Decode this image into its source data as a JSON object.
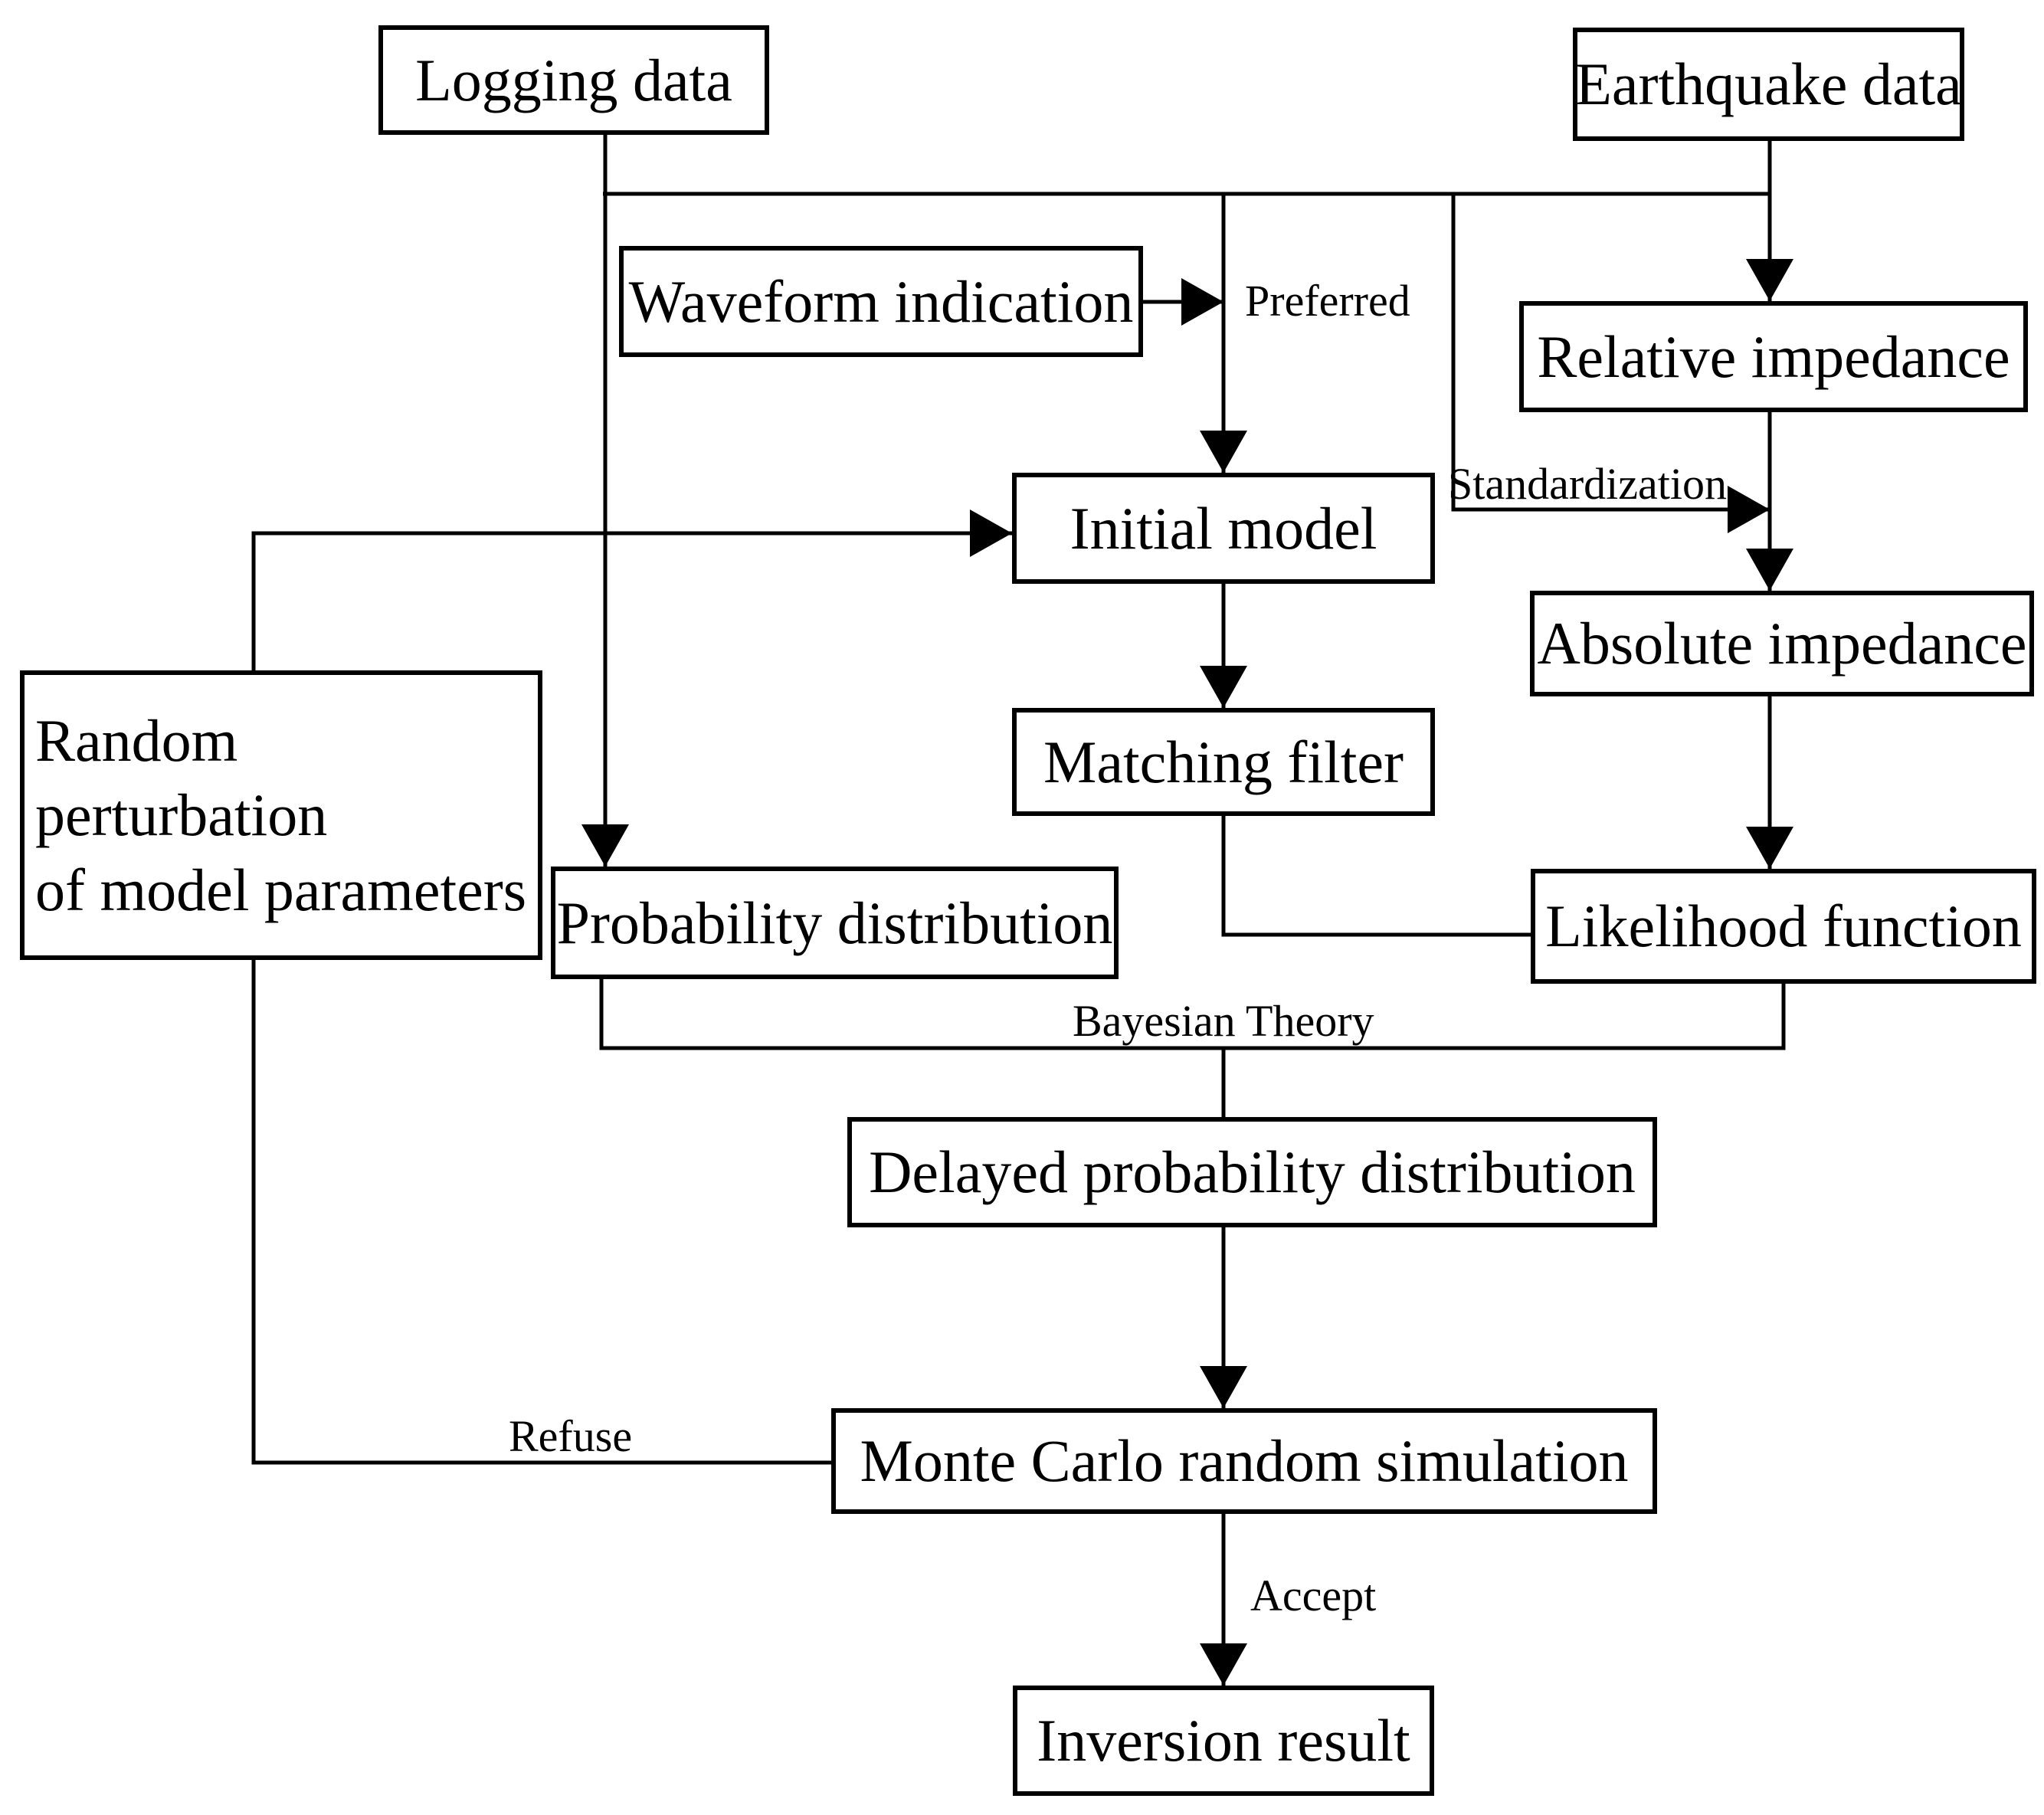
{
  "diagram": {
    "type": "flowchart",
    "background_color": "#ffffff",
    "line_color": "#000000",
    "text_color": "#000000",
    "nodes": {
      "logging_data": {
        "label": "Logging data"
      },
      "earthquake_data": {
        "label": "Earthquake data"
      },
      "waveform_indication": {
        "label": "Waveform indication"
      },
      "relative_impedance": {
        "label": "Relative impedance"
      },
      "initial_model": {
        "label": "Initial model"
      },
      "absolute_impedance": {
        "label": "Absolute impedance"
      },
      "matching_filter": {
        "label": "Matching filter"
      },
      "random_perturbation": {
        "label": "Random perturbation\nof model parameters"
      },
      "probability_distribution": {
        "label": "Probability distribution"
      },
      "likelihood_function": {
        "label": "Likelihood function"
      },
      "delayed_probability_distribution": {
        "label": "Delayed probability distribution"
      },
      "monte_carlo_random_simulation": {
        "label": "Monte Carlo random simulation"
      },
      "inversion_result": {
        "label": "Inversion result"
      }
    },
    "edge_labels": {
      "preferred": "Preferred",
      "standardization": "Standardization",
      "bayesian_theory": "Bayesian Theory",
      "refuse": "Refuse",
      "accept": "Accept"
    }
  }
}
